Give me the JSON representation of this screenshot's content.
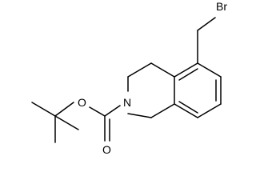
{
  "structure": {
    "atom_labels": {
      "bromine": "Br",
      "ring_nitrogen": "N",
      "ester_oxygen": "O",
      "carbonyl_oxygen": "O"
    },
    "colors": {
      "bond": "#000000",
      "label": "#000000",
      "background": "#ffffff"
    }
  }
}
